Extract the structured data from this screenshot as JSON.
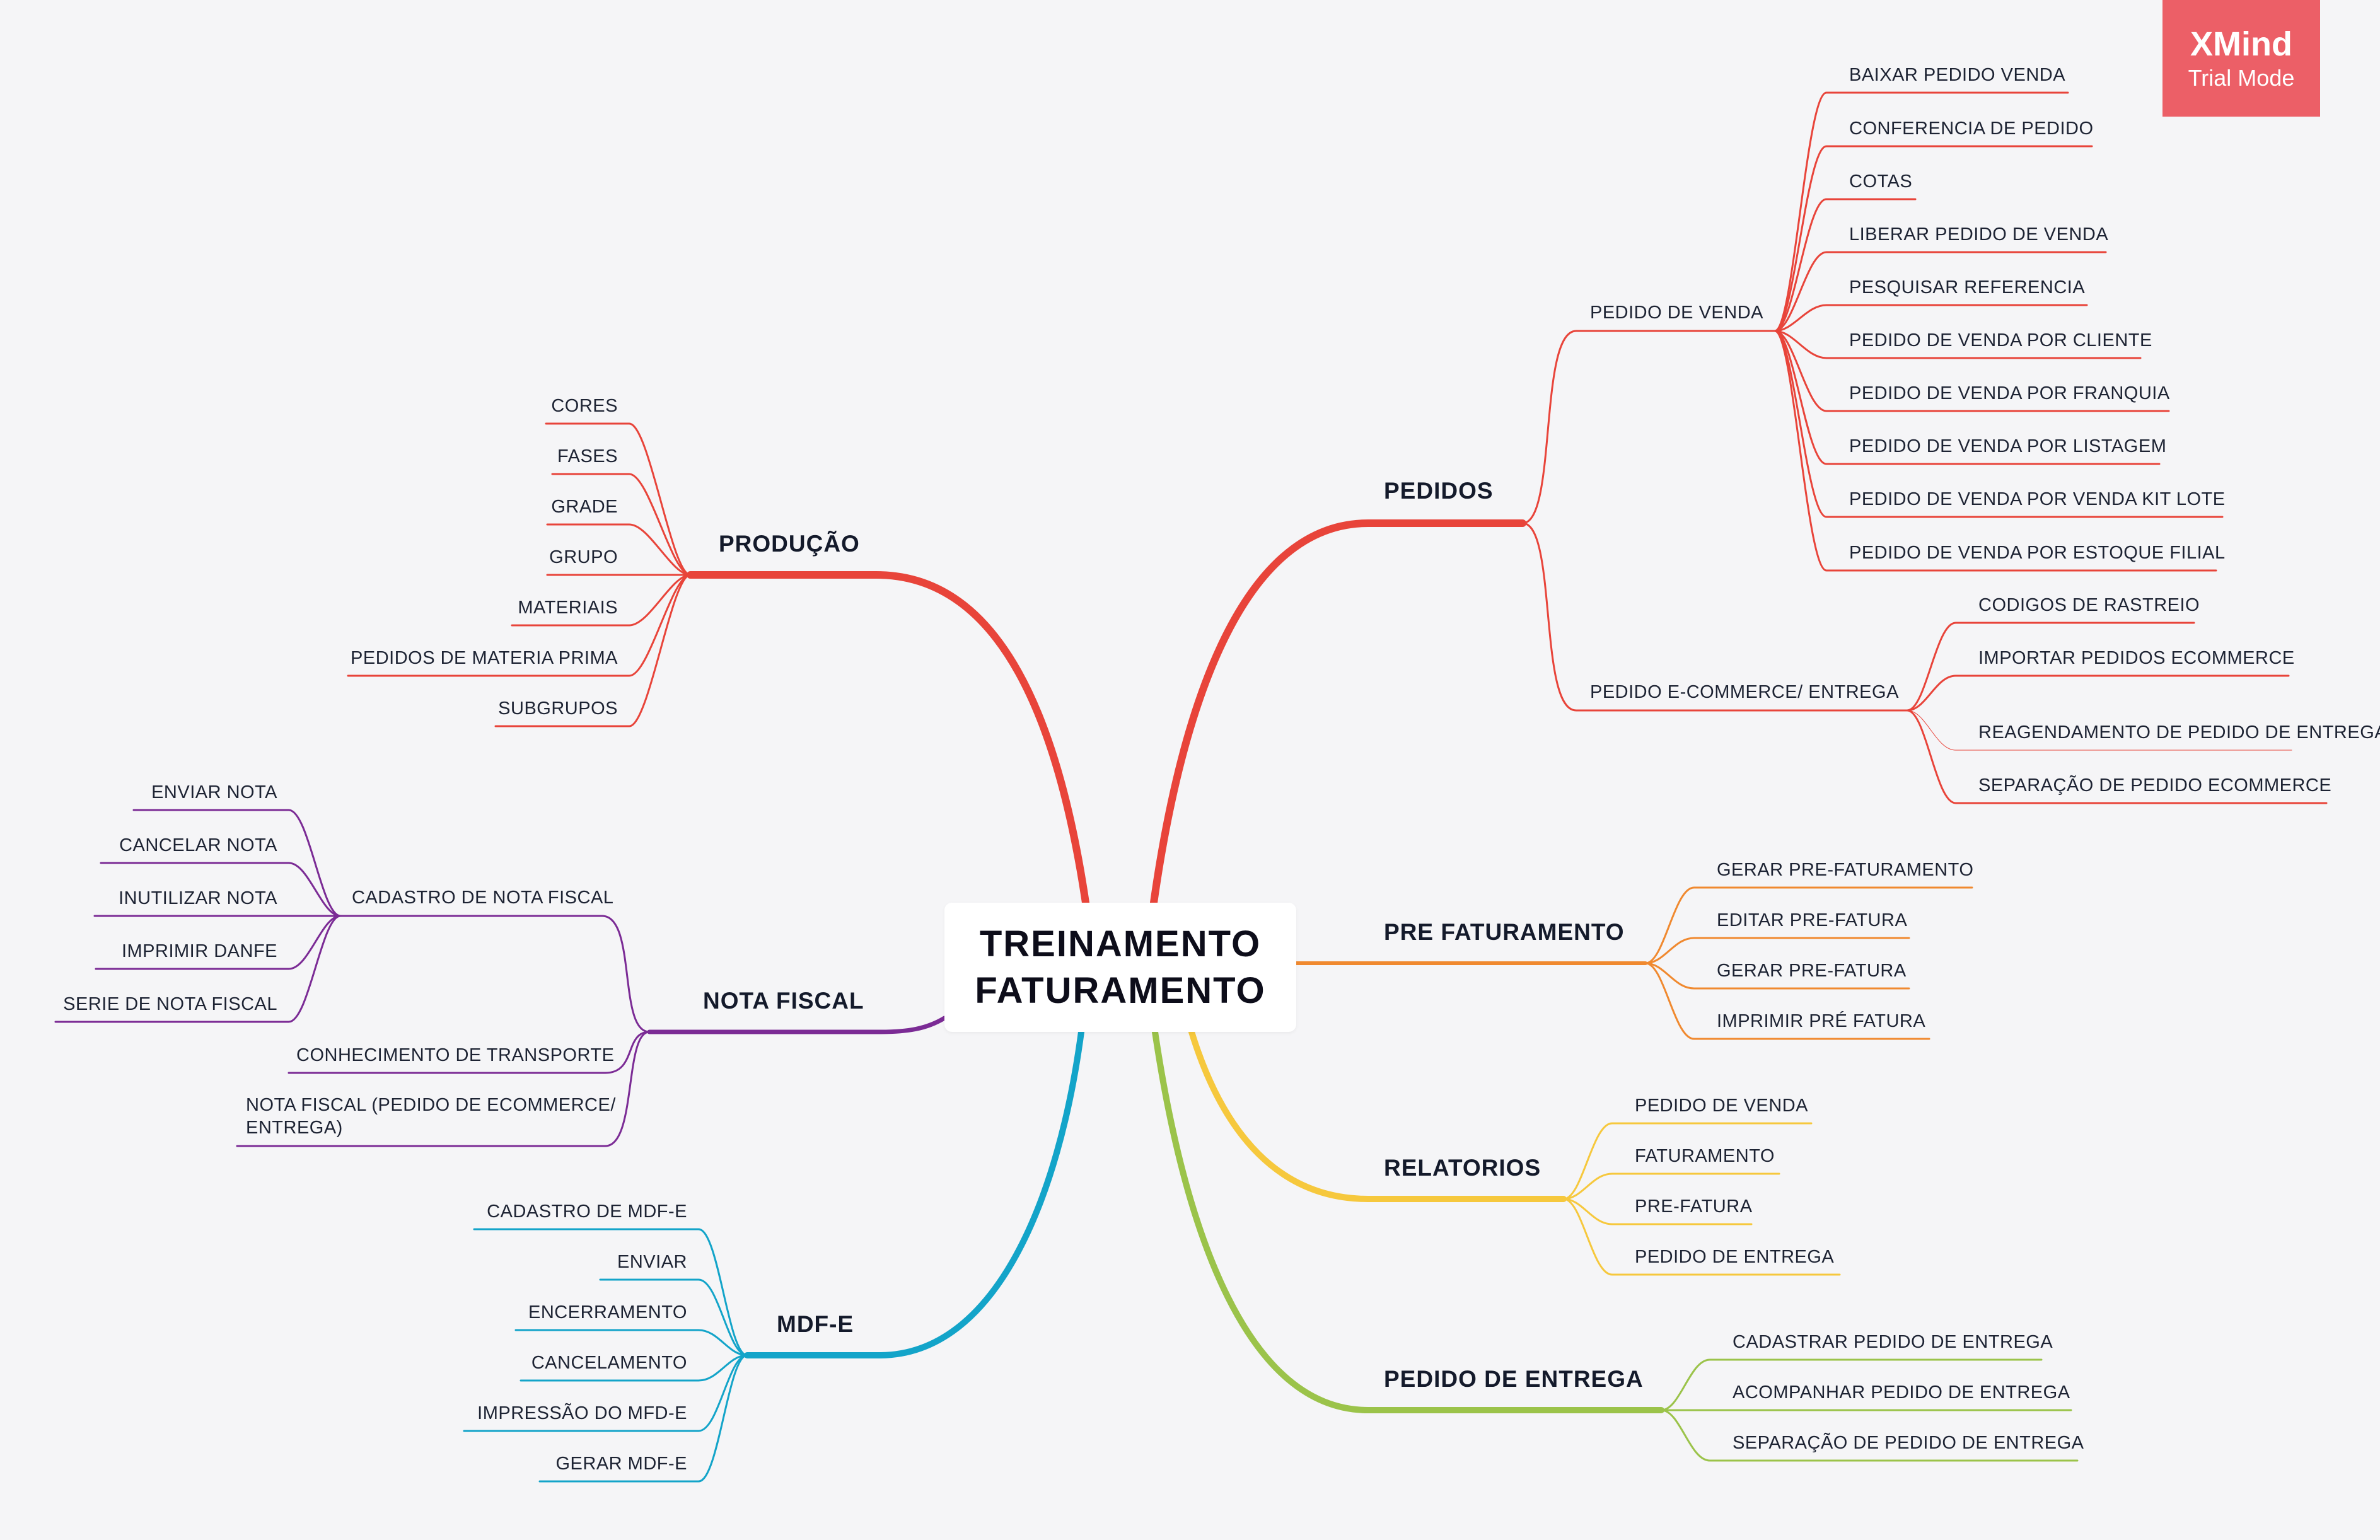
{
  "central": {
    "line1": "TREINAMENTO",
    "line2": "FATURAMENTO"
  },
  "badge": {
    "title": "XMind",
    "subtitle": "Trial Mode"
  },
  "colors": {
    "red": "#e8443a",
    "orange": "#f0892f",
    "yellow": "#f6c83d",
    "green": "#9bc34a",
    "blue": "#13a4c9",
    "purple": "#7b2b95",
    "badge": "#ec5f67",
    "background": "#f5f5f7"
  },
  "branches": {
    "pedidos": {
      "label": "PEDIDOS",
      "pedido_venda": {
        "label": "PEDIDO DE VENDA",
        "items": [
          "BAIXAR PEDIDO VENDA",
          "CONFERENCIA DE PEDIDO",
          "COTAS",
          "LIBERAR PEDIDO DE VENDA",
          "PESQUISAR REFERENCIA",
          "PEDIDO DE VENDA POR CLIENTE",
          "PEDIDO DE VENDA POR FRANQUIA",
          "PEDIDO DE VENDA POR LISTAGEM",
          "PEDIDO DE VENDA POR VENDA KIT LOTE",
          "PEDIDO DE VENDA POR ESTOQUE FILIAL"
        ]
      },
      "pedido_ecommerce": {
        "label": "PEDIDO E-COMMERCE/ ENTREGA",
        "items": [
          "CODIGOS DE RASTREIO",
          "IMPORTAR PEDIDOS ECOMMERCE",
          "REAGENDAMENTO DE PEDIDO DE ENTREGA",
          "SEPARAÇÃO DE PEDIDO ECOMMERCE"
        ]
      }
    },
    "pre_faturamento": {
      "label": "PRE FATURAMENTO",
      "items": [
        "GERAR PRE-FATURAMENTO",
        "EDITAR PRE-FATURA",
        "GERAR PRE-FATURA",
        "IMPRIMIR PRÉ FATURA"
      ]
    },
    "relatorios": {
      "label": "RELATORIOS",
      "items": [
        "PEDIDO DE VENDA",
        "FATURAMENTO",
        "PRE-FATURA",
        "PEDIDO DE ENTREGA"
      ]
    },
    "pedido_entrega": {
      "label": "PEDIDO DE ENTREGA",
      "items": [
        "CADASTRAR PEDIDO DE ENTREGA",
        "ACOMPANHAR PEDIDO DE ENTREGA",
        "SEPARAÇÃO DE PEDIDO DE ENTREGA"
      ]
    },
    "producao": {
      "label": "PRODUÇÃO",
      "items": [
        "CORES",
        "FASES",
        "GRADE",
        "GRUPO",
        "MATERIAIS",
        "PEDIDOS DE MATERIA PRIMA",
        "SUBGRUPOS"
      ]
    },
    "nota_fiscal": {
      "label": "NOTA FISCAL",
      "cadastro": {
        "label": "CADASTRO DE NOTA FISCAL",
        "items": [
          "ENVIAR NOTA",
          "CANCELAR NOTA",
          "INUTILIZAR NOTA",
          "IMPRIMIR DANFE",
          "SERIE DE NOTA FISCAL"
        ]
      },
      "others": [
        "CONHECIMENTO DE TRANSPORTE",
        "NOTA FISCAL (PEDIDO DE ECOMMERCE/ ENTREGA)"
      ]
    },
    "mdfe": {
      "label": "MDF-E",
      "items": [
        "CADASTRO DE MDF-E",
        "ENVIAR",
        "ENCERRAMENTO",
        "CANCELAMENTO",
        "IMPRESSÃO DO MFD-E",
        "GERAR MDF-E"
      ]
    }
  }
}
